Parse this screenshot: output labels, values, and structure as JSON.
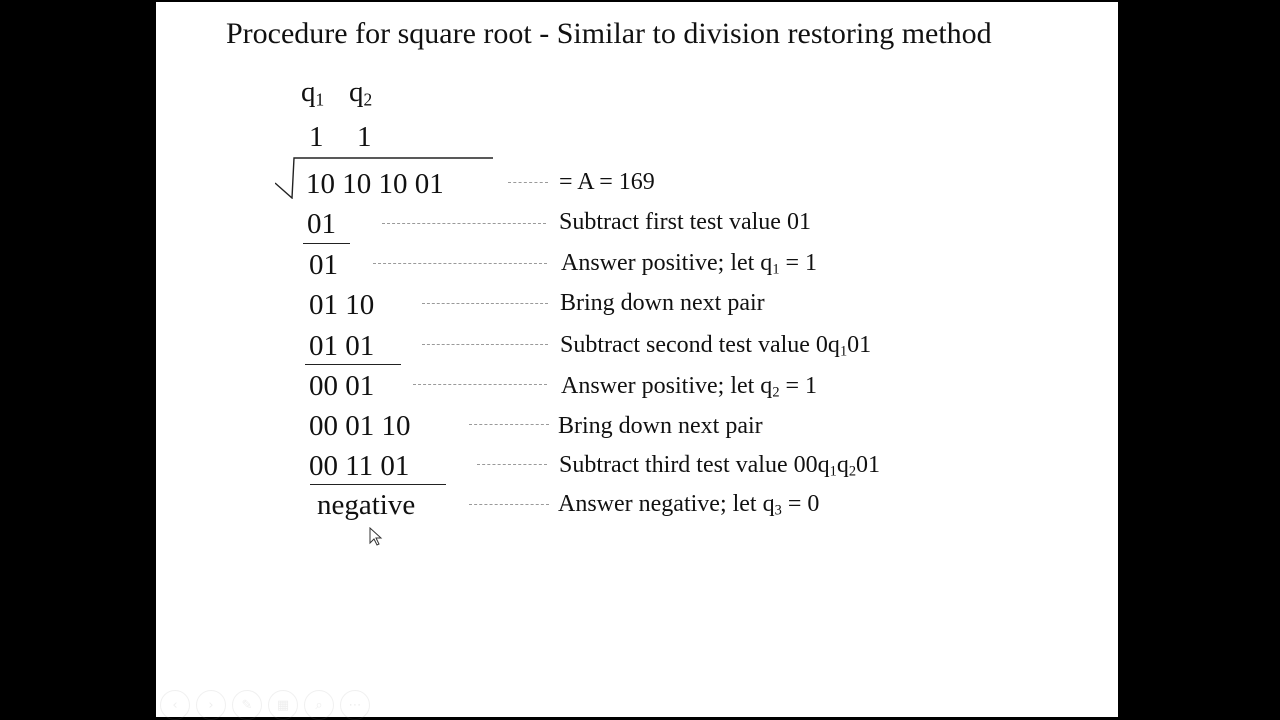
{
  "slide": {
    "title": "Procedure for square root - Similar to division restoring method",
    "quotient_labels": [
      {
        "base": "q",
        "sub": "1"
      },
      {
        "base": "q",
        "sub": "2"
      }
    ],
    "quotient_digits": [
      "1",
      "1"
    ],
    "radicand": "10 10 10 01",
    "steps": [
      {
        "value": "01",
        "annotation": {
          "text": "Subtract first test value 01"
        }
      },
      {
        "value": "01",
        "annotation": {
          "pre": "Answer positive; let q",
          "sub": "1",
          "post": " = 1"
        }
      },
      {
        "value": "01 10",
        "annotation": {
          "text": "Bring down next pair"
        }
      },
      {
        "value": "01 01",
        "annotation": {
          "pre": "Subtract second test value 0q",
          "sub": "1",
          "post": "01"
        }
      },
      {
        "value": "00 01",
        "annotation": {
          "pre": "Answer positive; let q",
          "sub": "2",
          "post": " = 1"
        }
      },
      {
        "value": "00 01 10",
        "annotation": {
          "text": "Bring down next pair"
        }
      },
      {
        "value": "00 11 01",
        "annotation": {
          "pre": "Subtract third test value 00q",
          "sub": "1",
          "mid": "q",
          "sub2": "2",
          "post": "01"
        }
      },
      {
        "value": "negative",
        "annotation": {
          "pre": "Answer negative; let q",
          "sub": "3",
          "post": " = 0"
        }
      }
    ],
    "radicand_annotation": "= A  = 169"
  },
  "toolbar": {
    "buttons": [
      {
        "icon": "previous-icon",
        "glyph": "‹"
      },
      {
        "icon": "next-icon",
        "glyph": "›"
      },
      {
        "icon": "pen-icon",
        "glyph": "✎"
      },
      {
        "icon": "slides-icon",
        "glyph": "▦"
      },
      {
        "icon": "zoom-icon",
        "glyph": "⌕"
      },
      {
        "icon": "more-icon",
        "glyph": "⋯"
      }
    ]
  }
}
